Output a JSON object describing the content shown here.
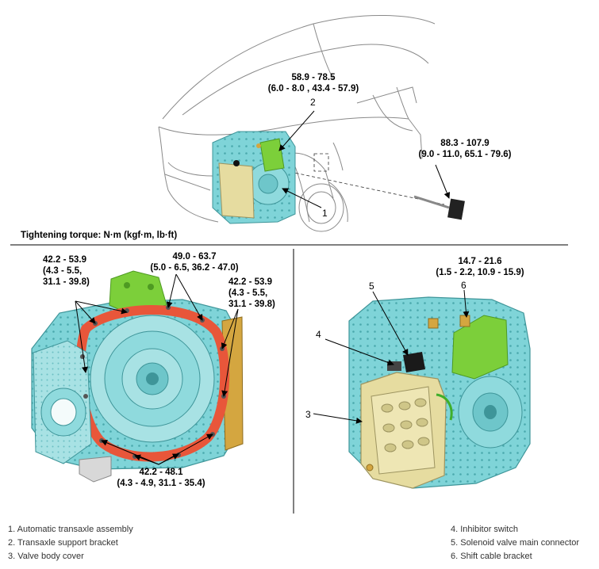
{
  "top": {
    "torque_support_bracket": [
      "58.9 - 78.5",
      "(6.0 - 8.0 , 43.4 - 57.9)"
    ],
    "torque_shift_cable": [
      "88.3 - 107.9",
      "(9.0 - 11.0, 65.1 - 79.6)"
    ],
    "callout_1": "1",
    "callout_2": "2"
  },
  "section_title": "Tightening torque: N·m (kgf·m, lb·ft)",
  "left_panel": {
    "torque_top_left": [
      "42.2 - 53.9",
      "(4.3 - 5.5,",
      "31.1 - 39.8)"
    ],
    "torque_top_mid": [
      "49.0 - 63.7",
      "(5.0 - 6.5, 36.2 - 47.0)"
    ],
    "torque_right": [
      "42.2 - 53.9",
      "(4.3 - 5.5,",
      "31.1 - 39.8)"
    ],
    "torque_bottom": [
      "42.2 - 48.1",
      "(4.3 - 4.9, 31.1 - 35.4)"
    ]
  },
  "right_panel": {
    "torque_top": [
      "14.7 - 21.6",
      "(1.5 - 2.2, 10.9 - 15.9)"
    ],
    "callout_3": "3",
    "callout_4": "4",
    "callout_5": "5",
    "callout_6": "6"
  },
  "legend": {
    "left": [
      "1. Automatic transaxle assembly",
      "2. Transaxle support bracket",
      "3. Valve body cover"
    ],
    "right": [
      "4. Inhibitor switch",
      "5. Solenoid valve main connector",
      "6. Shift cable bracket"
    ]
  },
  "colors": {
    "transaxle": "#7fd4d8",
    "bracket_green": "#7ccf3a",
    "valve_cover": "#e6dca0",
    "gasket": "#e8563a",
    "brass": "#d4a640"
  }
}
